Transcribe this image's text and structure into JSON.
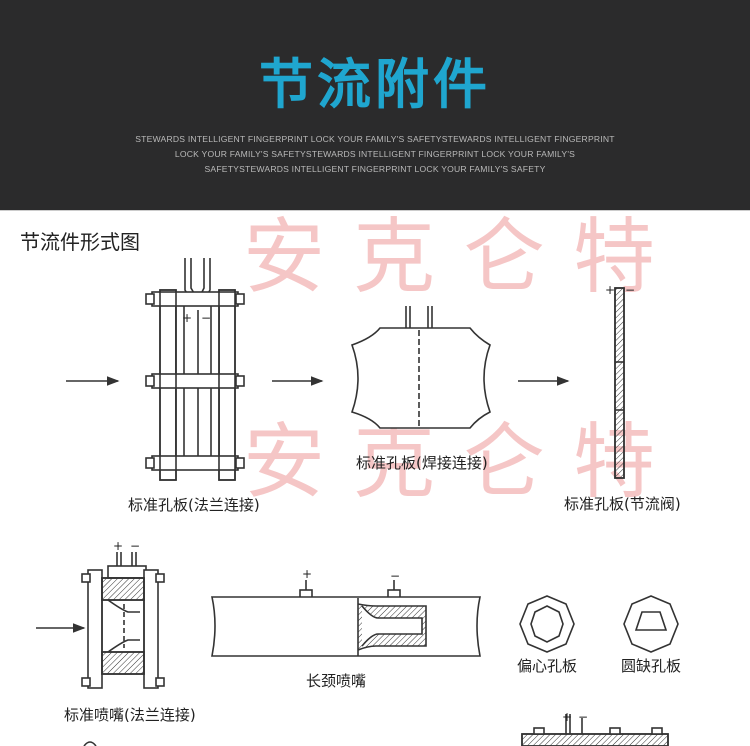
{
  "banner": {
    "title": "节流附件",
    "subtitle_lines": [
      "STEWARDS INTELLIGENT FINGERPRINT LOCK YOUR FAMILY'S SAFETYSTEWARDS INTELLIGENT FINGERPRINT",
      "LOCK YOUR FAMILY'S SAFETYSTEWARDS INTELLIGENT FINGERPRINT LOCK YOUR FAMILY'S",
      "SAFETYSTEWARDS INTELLIGENT FINGERPRINT LOCK YOUR FAMILY'S SAFETY"
    ]
  },
  "section_title": "节流件形式图",
  "watermark": "安克仑特",
  "labels": {
    "plus": "+",
    "minus": "−"
  },
  "captions": {
    "orifice_flange": "标准孔板(法兰连接)",
    "orifice_welded": "标准孔板(焊接连接)",
    "orifice_valve": "标准孔板(节流阀)",
    "nozzle_flange": "标准喷嘴(法兰连接)",
    "long_neck_nozzle": "长颈喷嘴",
    "eccentric_orifice": "偏心孔板",
    "segmental_orifice": "圆缺孔板"
  }
}
